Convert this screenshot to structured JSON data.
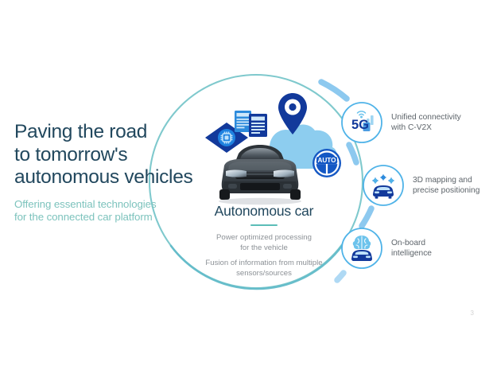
{
  "slide": {
    "page_number": "3",
    "background_color": "#ffffff"
  },
  "headline": {
    "line1": "Paving the road",
    "line2": "to tomorrow's",
    "line3": "autonomous vehicles",
    "color": "#22485e"
  },
  "subhead": {
    "line1": "Offering essential technologies",
    "line2": "for the connected car platform",
    "color": "#7dc3bd"
  },
  "center": {
    "title": "Autonomous car",
    "title_color": "#22485e",
    "rule_color": "#5bbdb7",
    "sub1_line1": "Power optimized processing",
    "sub1_line2": "for the vehicle",
    "sub2_line1": "Fusion of information from multiple",
    "sub2_line2": "sensors/sources",
    "sub_color": "#8c9196"
  },
  "ring": {
    "color": "#7fc9cd",
    "connector_color": "#6fb8e8"
  },
  "badges": [
    {
      "name": "chip-diamond-icon",
      "label": "Chip"
    },
    {
      "name": "server-cards-icon",
      "label": "Data"
    },
    {
      "name": "map-pin-icon",
      "label": "Location"
    },
    {
      "name": "auto-steering-wheel-icon",
      "label": "AUTO"
    }
  ],
  "features": [
    {
      "icon": "5g-connectivity-icon",
      "icon_text": "5G",
      "label_line1": "Unified connectivity",
      "label_line2": "with C-V2X"
    },
    {
      "icon": "3d-mapping-car-icon",
      "icon_text": "",
      "label_line1": "3D mapping and",
      "label_line2": "precise positioning"
    },
    {
      "icon": "onboard-intelligence-brain-car-icon",
      "icon_text": "",
      "label_line1": "On-board",
      "label_line2": "intelligence"
    }
  ],
  "colors": {
    "brand_navy": "#12399b",
    "brand_blue": "#1565d8",
    "light_blue": "#8ecdf0",
    "cloud_blue": "#8dcdef",
    "teal": "#5bbdb7",
    "gray_text": "#8c9196"
  }
}
